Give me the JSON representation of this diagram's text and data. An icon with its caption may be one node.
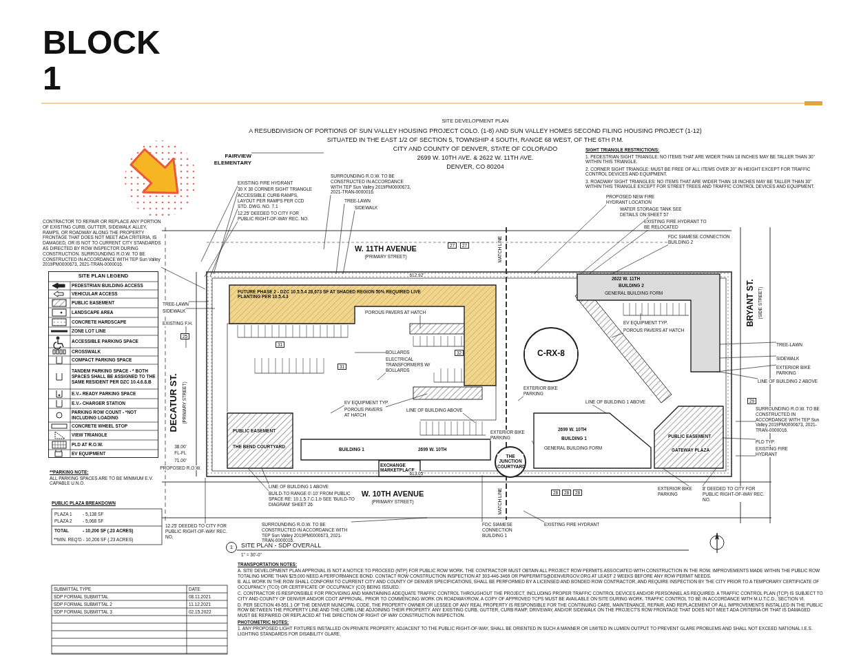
{
  "diagram": {
    "title": "BLOCK 1",
    "nodes": [
      {
        "text": [
          "FAIRVIEW ELEMENTARY"
        ]
      },
      {
        "text": [
          "EXISTING FIRE HYDRANT"
        ]
      },
      {
        "text": [
          "30 X 30 CORNER SIGHT TRIANGLE"
        ]
      },
      {
        "text": [
          "ACCESSIBLE CURB RAMPS, LAYOUT PER RAMPS PER CCD STD. DWG. NO. 7.1"
        ]
      },
      {
        "text": [
          "12.25' DEEDED TO CITY FOR PUBLIC RIGHT-OF-WAY REC. NO."
        ]
      },
      {
        "text": [
          "CONTRACTOR TO REPAIR OR REPLACE ANY PORTION OF EXISTING CURB, GUTTER, SIDEWALK ALLEY, RAMPS, OR ROADWAY ALONG THE PROPERTY FRONTAGE THAT DOES NOT MEET ADA CRITERIA, IS DAMAGED, OR IS NOT TO CURRENT CITY STANDARDS AS DIRECTED BY ROW INSPECTOR DURING CONSTRUCTION. SURROUNDING R.O.W. TO BE CONSTRUCTED IN ACCORDANCE WITH TEP Sun Valley 2019PM0000673, 2021-TRAN-0000016."
        ]
      },
      {
        "text": [
          "SURROUNDING R.O.W. TO BE CONSTRUCTED IN ACCORDANCE WITH TEP Sun Valley 2019PM0000673, 2021-TRAN-0000016."
        ]
      },
      {
        "text": [
          "TREE-LAWN"
        ]
      },
      {
        "text": [
          "SIDEWALK"
        ]
      },
      {
        "text": [
          "PROPOSED NEW FIRE HYDRANT LOCATION"
        ]
      },
      {
        "text": [
          "WATER STORAGE TANK SEE DETAILS ON SHEET 57"
        ]
      },
      {
        "text": [
          "EXISTING FIRE HYDRANT TO BE RELOCATED"
        ]
      },
      {
        "text": [
          "FDC SIAMESE CONNECTION BUILDING 2"
        ]
      },
      {
        "text": [
          "TREE-LAWN"
        ]
      },
      {
        "text": [
          "SIDEWALK"
        ]
      },
      {
        "text": [
          "EXISTING F.H."
        ]
      },
      {
        "text": [
          "12.25' DEEDED TO CITY FOR PUBLIC RIGHT-OF-WAY REC. NO."
        ]
      },
      {
        "text": [
          "TREE-LAWN"
        ]
      },
      {
        "text": [
          "SIDEWALK"
        ]
      },
      {
        "text": [
          "EXTERIOR BIKE PARKING"
        ]
      },
      {
        "text": [
          "LINE OF BUILDING 2 ABOVE"
        ]
      },
      {
        "text": [
          "SURROUNDING R.O.W. TO BE CONSTRUCTED IN ACCORDANCE WITH TEP Sun Valley 2019PM0000673, 2021-TRAN-0000016."
        ]
      },
      {
        "text": [
          "PLD TYP."
        ]
      },
      {
        "text": [
          "EXISTING FIRE HYDRANT"
        ]
      },
      {
        "text": [
          "EXTERIOR BIKE PARKING"
        ]
      },
      {
        "text": [
          "8' DEEDED TO CITY FOR PUBLIC RIGHT-OF-WAY REC. NO."
        ]
      },
      {
        "text": [
          "LINE OF BUILDING 1 ABOVE"
        ]
      },
      {
        "text": [
          "BUILD-TO RANGE 0'-10' FROM PUBLIC SPACE RE: 10.1.5.7.C.1.b SEE 'BUILD-TO DIAGRAM' SHEET 26"
        ]
      },
      {
        "text": [
          "SURROUNDING R.O.W. TO BE CONSTRUCTED IN ACCORDANCE WITH TEP Sun Valley 2019PM0000673, 2021-TRAN-0000016."
        ]
      },
      {
        "text": [
          "FDC SIAMESE CONNECTION BUILDING 1"
        ]
      },
      {
        "text": [
          "EXISTING FIRE HYDRANT"
        ]
      },
      {
        "text": [
          "POROUS PAVERS AT HATCH"
        ]
      },
      {
        "text": [
          "BOLLARDS"
        ]
      },
      {
        "text": [
          "ELECTRICAL TRANSFORMERS W/ BOLLARDS"
        ]
      },
      {
        "text": [
          "EV EQUIPMENT TYP."
        ]
      },
      {
        "text": [
          "POROUS PAVERS AT HATCH"
        ]
      },
      {
        "text": [
          "LINE OF BUILDING ABOVE"
        ]
      },
      {
        "text": [
          "EXTERIOR BIKE PARKING"
        ]
      },
      {
        "text": [
          "EXTERIOR BIKE PARKING"
        ]
      },
      {
        "text": [
          "EV EQUIPMENT TYP."
        ]
      },
      {
        "text": [
          "POROUS PAVERS AT HATCH"
        ]
      },
      {
        "text": [
          "LINE OF BUILDING 1 ABOVE"
        ]
      },
      {
        "text": [
          "FUTURE PHASE 2 - DZC 10.5.5.4 28,673 SF AT SHADED REGION 50% REQUIRED LIVE PLANTING PER 10.5.4.3"
        ]
      },
      {
        "text": [
          "BUILDING 1",
          "2699 W. 10TH"
        ]
      },
      {
        "text": [
          "2699 W. 10TH",
          "BUILDING 1",
          "GENERAL BUILDING FORM"
        ]
      },
      {
        "text": [
          "2622 W. 11TH",
          "BUILDING 2",
          "GENERAL BUILDING FORM"
        ]
      },
      {
        "text": [
          "C-RX-8"
        ]
      },
      {
        "text": [
          "PUBLIC EASEMENT",
          "THE BEND COURTYARD"
        ]
      },
      {
        "text": [
          "PUBLIC EASEMENT",
          "GATEWAY PLAZA"
        ]
      },
      {
        "text": [
          "EXCHANGE MARKETPLACE"
        ]
      },
      {
        "text": [
          "THE JUNCTION COURTYARD"
        ]
      }
    ],
    "edges": [
      {
        "from": 0,
        "to": null,
        "arrow": "none"
      },
      {
        "from": 1,
        "to": null,
        "arrow": "none"
      },
      {
        "from": 2,
        "to": null,
        "arrow": "none"
      },
      {
        "from": 3,
        "to": null,
        "arrow": "none"
      },
      {
        "from": 4,
        "to": null,
        "arrow": "none"
      },
      {
        "from": 5,
        "to": null,
        "arrow": "none"
      },
      {
        "from": 6,
        "to": null,
        "arrow": "none"
      },
      {
        "from": 7,
        "to": null,
        "arrow": "none"
      },
      {
        "from": 8,
        "to": null,
        "arrow": "none"
      },
      {
        "from": 9,
        "to": null,
        "arrow": "none"
      },
      {
        "from": 10,
        "to": 45,
        "arrow": "none"
      },
      {
        "from": 11,
        "to": 45,
        "arrow": "none"
      },
      {
        "from": 12,
        "to": 45,
        "arrow": "none"
      },
      {
        "from": 13,
        "to": null,
        "arrow": "none"
      },
      {
        "from": 14,
        "to": null,
        "arrow": "none"
      },
      {
        "from": 15,
        "to": null,
        "arrow": "none"
      },
      {
        "from": 16,
        "to": null,
        "arrow": "none"
      },
      {
        "from": 17,
        "to": 45,
        "arrow": "none"
      },
      {
        "from": 18,
        "to": 45,
        "arrow": "none"
      },
      {
        "from": 19,
        "to": 45,
        "arrow": "none"
      },
      {
        "from": 20,
        "to": 45,
        "arrow": "none"
      },
      {
        "from": 21,
        "to": null,
        "arrow": "none"
      },
      {
        "from": 22,
        "to": 48,
        "arrow": "none"
      },
      {
        "from": 23,
        "to": null,
        "arrow": "none"
      },
      {
        "from": 24,
        "to": 48,
        "arrow": "none"
      },
      {
        "from": 25,
        "to": 48,
        "arrow": "none"
      },
      {
        "from": 26,
        "to": 47,
        "arrow": "none"
      },
      {
        "from": 27,
        "to": 47,
        "arrow": "none"
      },
      {
        "from": 28,
        "to": null,
        "arrow": "none"
      },
      {
        "from": 29,
        "to": null,
        "arrow": "none"
      },
      {
        "from": 30,
        "to": null,
        "arrow": "none"
      },
      {
        "from": 31,
        "to": null,
        "arrow": "none"
      },
      {
        "from": 32,
        "to": null,
        "arrow": "none"
      },
      {
        "from": 33,
        "to": null,
        "arrow": "none"
      },
      {
        "from": 34,
        "to": null,
        "arrow": "none"
      },
      {
        "from": 35,
        "to": null,
        "arrow": "none"
      },
      {
        "from": 36,
        "to": null,
        "arrow": "none"
      },
      {
        "from": 37,
        "to": null,
        "arrow": "none"
      },
      {
        "from": 38,
        "to": 44,
        "arrow": "none"
      },
      {
        "from": 39,
        "to": null,
        "arrow": "none"
      },
      {
        "from": 40,
        "to": null,
        "arrow": "none"
      },
      {
        "from": 41,
        "to": 44,
        "arrow": "none"
      }
    ],
    "labels": [
      "SITE DEVELOPMENT PLAN",
      "A RESUBDIVISION OF PORTIONS OF SUN VALLEY HOUSING PROJECT COLO. (1-8) AND SUN VALLEY HOMES SECOND FILING HOUSING PROJECT (1-12)",
      "SITUATED IN THE EAST 1/2 OF SECTION 5, TOWNSHIP 4 SOUTH, RANGE 68 WEST, OF THE 6TH P.M.",
      "CITY AND COUNTY OF DENVER, STATE OF COLORADO",
      "2699 W. 10TH AVE. & 2622 W. 11TH AVE.",
      "DENVER, CO 80204",
      "SIGHT TRIANGLE RESTRICTIONS:",
      "1. PEDESTRIAN SIGHT TRIANGLE: NO ITEMS THAT ARE WIDER THAN 18 INCHES MAY BE TALLER THAN 30\" WITHIN THIS TRIANGLE.",
      "2. CORNER SIGHT TRIANGLE: MUST BE FREE OF ALL ITEMS OVER 30\" IN HEIGHT EXCEPT FOR TRAFFIC CONTROL DEVICES AND EQUIPMENT.",
      "3. ROADWAY SIGHT TRIANGLES: NO ITEMS THAT ARE WIDER THAN 18 INCHES MAY BE TALLER THAN 30\" WITHIN THIS TRIANGLE EXCEPT FOR STREET TREES AND TRAFFIC CONTROL DEVICES AND EQUIPMENT.",
      "W. 11TH AVENUE",
      "(PRIMARY STREET)",
      "DECATUR ST.",
      "(PRIMARY STREET)",
      "BRYANT ST.",
      "(SIDE STREET)",
      "W. 10TH AVENUE",
      "(PRIMARY STREET)",
      "612.92'",
      "613.05'",
      "MATCH LINE",
      "MATCH LINE",
      "SITE PLAN LEGEND",
      "**PARKING NOTE:",
      "ALL PARKING SPACES ARE TO BE MINIMUM E.V. CAPABLE U.N.O.",
      "PUBLIC PLAZA BREAKDOWN",
      "PLAZA 1",
      "- 5,138 SF",
      "PLAZA 2",
      "- 5,068 SF",
      "TOTAL",
      "- 10,206 SF (.23 ACRES)",
      "**MIN. REQ'D - 10,206 SF (.23 ACRES)",
      "1",
      "SITE PLAN - SDP OVERALL",
      "1\" = 30'-0\"",
      "SUBMITTAL TYPE",
      "DATE",
      "SDP FORMAL SUBMITTAL",
      "08.11.2021",
      "SDP FORMAL SUBMITTAL 2",
      "11.12.2021",
      "SDP FORMAL SUBMITTAL 3",
      "02.15.2022",
      "TRANSPORTATION NOTES:",
      "A. SITE DEVELOPMENT PLAN APPROVAL IS NOT A NOTICE TO PROCEED (NTP) FOR PUBLIC ROW WORK. THE CONTRACTOR MUST OBTAIN ALL PROJECT ROW PERMITS ASSOCIATED WITH CONSTRUCTION IN THE ROW. IMPROVEMENTS MADE WITHIN THE PUBLIC ROW TOTALING MORE THAN $25,000 NEED A PERFORMANCE BOND. CONTACT ROW CONSTRUCTION INSPECTION AT 303-446-3469 OR PWPERMITS@DENVERGOV.ORG AT LEAST 2 WEEKS BEFORE ANY ROW PERMIT NEEDS.",
      "B. ALL WORK IN THE ROW SHALL CONFORM TO CURRENT CITY AND COUNTY OF DENVER SPECIFICATIONS, SHALL BE PERFORMED BY A LICENSED AND BONDED ROW CONTRACTOR, AND REQUIRE INSPECTION BY THE CITY PRIOR TO A TEMPORARY CERTIFICATE OF OCCUPANCY (TCO) OR CERTIFICATE OF OCCUPANCY (CO) BEING ISSUED.",
      "C. CONTRACTOR IS RESPONSIBLE FOR PROVIDING AND MAINTAINING ADEQUATE TRAFFIC CONTROL THROUGHOUT THE PROJECT, INCLUDING PROPER TRAFFIC CONTROL DEVICES AND/OR PERSONNEL AS REQUIRED. A TRAFFIC CONTROL PLAN (TCP) IS SUBJECT TO CITY AND COUNTY OF DENVER AND/OR CDOT APPROVAL. PRIOR TO COMMENCING WORK ON ROADWAY/ROW, A COPY OF APPROVED TCPS MUST BE AVAILABLE ON SITE DURING WORK. TRAFFIC CONTROL TO BE IN ACCORDANCE WITH M.U.T.C.D., SECTION VI.",
      "D. PER SECTION 49-551.1 OF THE DENVER MUNICIPAL CODE, THE PROPERTY OWNER OR LESSEE OF ANY REAL PROPERTY IS RESPONSIBLE FOR THE CONTINUING CARE, MAINTENANCE, REPAIR, AND REPLACEMENT OF ALL IMPROVEMENTS INSTALLED IN THE PUBLIC ROW BETWEEN THE PROPERTY LINE AND THE CURB LINE ADJOINING THEIR PROPERTY. ANY EXISTING CURB, GUTTER, CURB RAMP, DRIVEWAY, AND/OR SIDEWALK ON THE PROJECT'S ROW FRONTAGE THAT DOES NOT MEET ADA CRITERIA OR THAT IS DAMAGED MUST BE REPAIRED OR REPLACED AT THE DIRECTION OF RIGHT OF WAY CONSTRUCTION INSPECTION.",
      "PHOTOMETRIC NOTES:",
      "1. ANY PROPOSED LIGHT FIXTURES INSTALLED ON PRIVATE PROPERTY, ADJACENT TO THE PUBLIC RIGHT-OF-WAY, SHALL BE ORIENTED IN SUCH A MANNER OR LIMITED IN LUMEN OUTPUT TO PREVENT GLARE PROBLEMS AND SHALL NOT EXCEED NATIONAL I.E.S. LIGHTING STANDARDS FOR DISABILITY GLARE.",
      "27",
      "27",
      "25",
      "32",
      "31",
      "31",
      "29",
      "28",
      "28",
      "28",
      "38.00'",
      "FL-FL",
      "71.00'",
      "PROPOSED R.O.W."
    ],
    "legend": [
      {
        "text": "PEDESTRIAN BUILDING ACCESS"
      },
      {
        "text": "VEHICULAR ACCESS"
      },
      {
        "text": "PUBLIC EASEMENT"
      },
      {
        "text": "LANDSCAPE AREA"
      },
      {
        "text": "CONCRETE HARDSCAPE"
      },
      {
        "text": "ZONE LOT LINE"
      },
      {
        "text": "ACCESSIBLE PARKING SPACE"
      },
      {
        "text": "CROSSWALK"
      },
      {
        "text": "COMPACT PARKING SPACE"
      },
      {
        "text": "TANDEM PARKING SPACE - * BOTH SPACES SHALL BE ASSIGNED TO THE SAME RESIDENT PER DZC 10.4.6.8.B"
      },
      {
        "text": "E.V.- READY PARKING SPACE"
      },
      {
        "text": "E.V.- CHARGER STATION"
      },
      {
        "text": "PARKING ROW COUNT - *NOT INCLUDING LOADING"
      },
      {
        "text": "CONCRETE WHEEL STOP"
      },
      {
        "text": "VIEW TRIANGLE"
      },
      {
        "text": "PLD AT R.O.W."
      },
      {
        "text": "EV EQUIPMENT"
      }
    ]
  }
}
